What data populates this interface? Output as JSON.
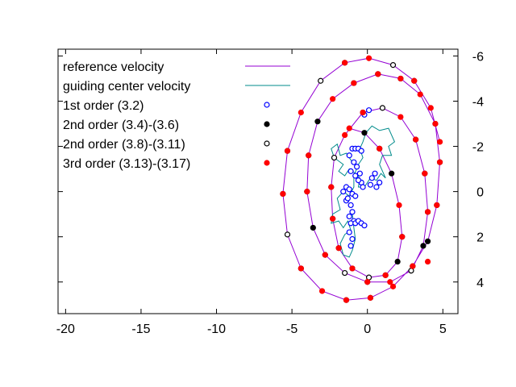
{
  "chart_data": {
    "type": "scatter",
    "xlim": [
      -20.5,
      6
    ],
    "ylim": [
      5.4,
      -6.3
    ],
    "y_axis_side": "right",
    "grid": false,
    "legend_position": "top-left",
    "x_ticks": [
      {
        "value": -20,
        "label": "-20"
      },
      {
        "value": -15,
        "label": "-15"
      },
      {
        "value": -10,
        "label": "-10"
      },
      {
        "value": -5,
        "label": "-5"
      },
      {
        "value": 0,
        "label": "0"
      },
      {
        "value": 5,
        "label": "5"
      }
    ],
    "y_ticks": [
      {
        "value": -6,
        "label": "-6"
      },
      {
        "value": -4,
        "label": "-4"
      },
      {
        "value": -2,
        "label": "-2"
      },
      {
        "value": 0,
        "label": "0"
      },
      {
        "value": 2,
        "label": "2"
      },
      {
        "value": 4,
        "label": "4"
      }
    ],
    "series": [
      {
        "name": "reference velocity",
        "kind": "line",
        "color": "#9400d3",
        "points": [
          [
            -1.2,
            -2.8
          ],
          [
            -0.2,
            -2.6
          ],
          [
            0.8,
            -1.9
          ],
          [
            1.6,
            -0.8
          ],
          [
            2.1,
            0.6
          ],
          [
            2.3,
            2.0
          ],
          [
            2.0,
            3.1
          ],
          [
            1.2,
            3.7
          ],
          [
            0.1,
            3.8
          ],
          [
            -1.0,
            3.4
          ],
          [
            -1.9,
            2.5
          ],
          [
            -2.3,
            1.2
          ],
          [
            -2.4,
            -0.2
          ],
          [
            -2.2,
            -1.5
          ],
          [
            -1.5,
            -2.5
          ],
          [
            -0.3,
            -3.5
          ],
          [
            1.0,
            -3.7
          ],
          [
            2.2,
            -3.3
          ],
          [
            3.2,
            -2.3
          ],
          [
            3.8,
            -0.8
          ],
          [
            4.0,
            0.9
          ],
          [
            3.7,
            2.4
          ],
          [
            2.9,
            3.5
          ],
          [
            1.5,
            4.0
          ],
          [
            0.0,
            4.0
          ],
          [
            -1.5,
            3.6
          ],
          [
            -2.8,
            2.8
          ],
          [
            -3.6,
            1.6
          ],
          [
            -4.0,
            0.0
          ],
          [
            -3.9,
            -1.6
          ],
          [
            -3.3,
            -3.1
          ],
          [
            -2.3,
            -4.1
          ],
          [
            -0.9,
            -4.8
          ],
          [
            0.7,
            -5.2
          ],
          [
            2.2,
            -5.0
          ],
          [
            3.5,
            -4.3
          ],
          [
            4.5,
            -3.0
          ],
          [
            4.8,
            -1.3
          ],
          [
            4.6,
            0.6
          ],
          [
            4.0,
            2.2
          ],
          [
            3.0,
            3.3
          ],
          [
            1.7,
            4.2
          ],
          [
            0.2,
            4.7
          ],
          [
            -1.4,
            4.8
          ],
          [
            -3.0,
            4.4
          ],
          [
            -4.4,
            3.4
          ],
          [
            -5.3,
            1.9
          ],
          [
            -5.6,
            0.1
          ],
          [
            -5.3,
            -1.8
          ],
          [
            -4.4,
            -3.5
          ],
          [
            -3.1,
            -4.9
          ],
          [
            -1.5,
            -5.7
          ],
          [
            0.1,
            -5.9
          ],
          [
            1.7,
            -5.6
          ],
          [
            3.1,
            -4.9
          ],
          [
            4.2,
            -3.7
          ],
          [
            4.8,
            -2.2
          ]
        ]
      },
      {
        "name": "guiding center velocity",
        "kind": "line",
        "color": "#008b8b",
        "points": [
          [
            -1.0,
            -1.3
          ],
          [
            -1.4,
            -1.7
          ],
          [
            -1.8,
            -1.6
          ],
          [
            -2.0,
            -2.1
          ],
          [
            -2.4,
            -1.9
          ],
          [
            -2.2,
            -1.5
          ],
          [
            -1.6,
            -1.2
          ],
          [
            -1.9,
            -0.9
          ],
          [
            -1.5,
            -0.7
          ],
          [
            -1.2,
            -1.0
          ],
          [
            -0.8,
            -0.8
          ],
          [
            -0.5,
            -0.6
          ],
          [
            -0.6,
            -0.2
          ],
          [
            -0.2,
            -0.2
          ],
          [
            0.2,
            -0.6
          ],
          [
            0.6,
            -0.5
          ],
          [
            0.9,
            -0.8
          ],
          [
            1.2,
            -0.6
          ],
          [
            0.8,
            -1.2
          ],
          [
            1.0,
            -1.6
          ],
          [
            1.6,
            -1.6
          ],
          [
            1.4,
            -2.0
          ],
          [
            1.8,
            -2.2
          ],
          [
            1.4,
            -2.8
          ],
          [
            0.8,
            -2.7
          ],
          [
            0.3,
            -2.9
          ],
          [
            -0.1,
            -2.6
          ],
          [
            -0.3,
            -2.2
          ],
          [
            -0.5,
            -1.9
          ],
          [
            -0.3,
            -1.5
          ],
          [
            -0.6,
            -1.2
          ],
          [
            -0.9,
            -0.7
          ],
          [
            -0.9,
            -0.2
          ],
          [
            -1.2,
            0.2
          ],
          [
            -1.6,
            0.0
          ],
          [
            -2.0,
            0.3
          ],
          [
            -1.8,
            0.8
          ],
          [
            -2.3,
            1.0
          ],
          [
            -2.4,
            1.4
          ],
          [
            -1.9,
            1.3
          ],
          [
            -1.6,
            1.6
          ],
          [
            -1.3,
            1.3
          ],
          [
            -1.1,
            1.7
          ],
          [
            -1.5,
            1.9
          ],
          [
            -1.8,
            2.3
          ],
          [
            -1.6,
            2.8
          ],
          [
            -1.2,
            2.9
          ],
          [
            -1.0,
            2.6
          ],
          [
            -0.8,
            2.1
          ],
          [
            -0.9,
            1.6
          ],
          [
            -1.0,
            1.0
          ]
        ]
      },
      {
        "name": "1st order (3.2)",
        "kind": "markers",
        "marker": "open-circle",
        "color": "#0000ff",
        "points": [
          [
            -1.0,
            -1.9
          ],
          [
            -0.8,
            -1.9
          ],
          [
            -0.6,
            -1.9
          ],
          [
            -0.4,
            -1.8
          ],
          [
            -1.2,
            -1.6
          ],
          [
            -0.9,
            -1.3
          ],
          [
            -0.7,
            -1.1
          ],
          [
            -1.1,
            -0.9
          ],
          [
            -0.8,
            -0.7
          ],
          [
            -0.5,
            -0.8
          ],
          [
            -0.4,
            -0.4
          ],
          [
            -1.4,
            -0.2
          ],
          [
            -1.2,
            -0.1
          ],
          [
            -1.0,
            0.1
          ],
          [
            -0.8,
            0.2
          ],
          [
            -1.6,
            0.0
          ],
          [
            -1.4,
            0.4
          ],
          [
            -1.1,
            0.6
          ],
          [
            -1.0,
            0.9
          ],
          [
            -1.2,
            1.1
          ],
          [
            -0.9,
            1.3
          ],
          [
            -1.1,
            1.4
          ],
          [
            -0.8,
            1.4
          ],
          [
            -0.6,
            1.3
          ],
          [
            -0.4,
            1.4
          ],
          [
            -0.2,
            1.5
          ],
          [
            -1.2,
            1.8
          ],
          [
            -1.0,
            2.1
          ],
          [
            -1.1,
            2.4
          ],
          [
            -0.6,
            -0.5
          ],
          [
            0.2,
            -0.3
          ],
          [
            0.5,
            -0.8
          ],
          [
            0.6,
            -0.2
          ],
          [
            0.3,
            -0.6
          ],
          [
            -1.3,
            0.3
          ],
          [
            0.8,
            -0.4
          ],
          [
            -0.2,
            -3.4
          ],
          [
            0.1,
            -3.6
          ],
          [
            -0.3,
            -0.2
          ]
        ]
      },
      {
        "name": "2nd order (3.4)-(3.6)",
        "kind": "markers",
        "marker": "filled-circle",
        "color": "#000000",
        "points": [
          [
            -0.2,
            -2.6
          ],
          [
            1.6,
            -0.8
          ],
          [
            2.0,
            3.1
          ],
          [
            -1.0,
            3.4
          ],
          [
            -2.4,
            -0.2
          ],
          [
            -0.3,
            -3.5
          ],
          [
            3.2,
            -2.3
          ],
          [
            3.7,
            2.4
          ],
          [
            0.0,
            4.0
          ],
          [
            -3.6,
            1.6
          ],
          [
            -3.3,
            -3.1
          ],
          [
            0.7,
            -5.2
          ],
          [
            4.5,
            -3.0
          ],
          [
            4.0,
            2.2
          ],
          [
            0.2,
            4.7
          ],
          [
            -4.4,
            3.4
          ],
          [
            -5.3,
            -1.8
          ],
          [
            -1.5,
            -5.7
          ],
          [
            3.1,
            -4.9
          ],
          [
            -1.9,
            2.5
          ],
          [
            2.2,
            -5.0
          ],
          [
            -2.8,
            2.8
          ]
        ]
      },
      {
        "name": "2nd order (3.8)-(3.11)",
        "kind": "markers",
        "marker": "open-circle",
        "color": "#000000",
        "points": [
          [
            0.8,
            -1.9
          ],
          [
            2.3,
            2.0
          ],
          [
            0.1,
            3.8
          ],
          [
            -2.2,
            -1.5
          ],
          [
            1.0,
            -3.7
          ],
          [
            3.8,
            -0.8
          ],
          [
            2.9,
            3.5
          ],
          [
            -1.5,
            3.6
          ],
          [
            -3.9,
            -1.6
          ],
          [
            -0.9,
            -4.8
          ],
          [
            4.8,
            -1.3
          ],
          [
            3.0,
            3.3
          ],
          [
            -1.4,
            4.8
          ],
          [
            -5.6,
            0.1
          ],
          [
            -3.1,
            -4.9
          ],
          [
            1.7,
            -5.6
          ],
          [
            -2.3,
            1.2
          ],
          [
            1.2,
            3.7
          ],
          [
            4.0,
            0.9
          ],
          [
            -4.0,
            0.0
          ],
          [
            4.6,
            0.6
          ],
          [
            -5.3,
            1.9
          ]
        ]
      },
      {
        "name": "3rd order (3.13)-(3.17)",
        "kind": "markers",
        "marker": "filled-circle",
        "color": "#ff0000",
        "points": [
          [
            -1.2,
            -2.8
          ],
          [
            2.1,
            0.6
          ],
          [
            1.2,
            3.7
          ],
          [
            -2.3,
            1.2
          ],
          [
            -1.5,
            -2.5
          ],
          [
            2.2,
            -3.3
          ],
          [
            4.0,
            0.9
          ],
          [
            1.5,
            4.0
          ],
          [
            -2.8,
            2.8
          ],
          [
            -4.0,
            0.0
          ],
          [
            -2.3,
            -4.1
          ],
          [
            3.5,
            -4.3
          ],
          [
            4.6,
            0.6
          ],
          [
            1.7,
            4.2
          ],
          [
            -3.0,
            4.4
          ],
          [
            -5.6,
            0.1
          ],
          [
            -4.4,
            -3.5
          ],
          [
            0.1,
            -5.9
          ],
          [
            4.2,
            -3.7
          ],
          [
            -1.9,
            2.5
          ],
          [
            -2.4,
            -0.2
          ],
          [
            0.8,
            -1.9
          ],
          [
            3.8,
            -0.8
          ],
          [
            -3.9,
            -1.6
          ],
          [
            4.8,
            -1.3
          ],
          [
            -5.3,
            -1.8
          ],
          [
            -0.3,
            -3.5
          ],
          [
            3.2,
            -2.3
          ],
          [
            -0.9,
            -4.8
          ],
          [
            2.2,
            -5.0
          ],
          [
            0.7,
            -5.2
          ],
          [
            4.5,
            -3.0
          ],
          [
            -1.5,
            -5.7
          ],
          [
            3.1,
            -4.9
          ],
          [
            -4.4,
            3.4
          ],
          [
            -1.4,
            4.8
          ],
          [
            3.0,
            3.3
          ],
          [
            0.2,
            4.7
          ],
          [
            -1.0,
            3.4
          ],
          [
            2.3,
            2.0
          ],
          [
            0.0,
            4.0
          ],
          [
            4.8,
            -2.2
          ],
          [
            4.0,
            3.1
          ]
        ]
      }
    ]
  }
}
